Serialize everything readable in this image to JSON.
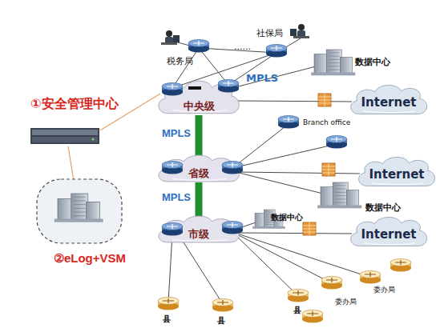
{
  "diagram": {
    "nodes": [
      {
        "text": [
          "中央级"
        ]
      },
      {
        "text": [
          "省级"
        ]
      },
      {
        "text": [
          "市级"
        ]
      },
      {
        "text": [
          "Internet"
        ]
      },
      {
        "text": [
          "Internet"
        ]
      },
      {
        "text": [
          "Internet"
        ]
      },
      {
        "text": [
          "②eLog+VSM"
        ]
      }
    ],
    "edges": [
      {
        "from": 0,
        "to": 1,
        "arrow": "none",
        "label": "MPLS"
      },
      {
        "from": 1,
        "to": 2,
        "arrow": "none",
        "label": "MPLS"
      },
      {
        "from": 0,
        "to": 3,
        "arrow": "none"
      },
      {
        "from": 1,
        "to": 4,
        "arrow": "none"
      },
      {
        "from": 2,
        "to": 5,
        "arrow": "none"
      }
    ],
    "labels": [
      "①安全管理中心",
      "税务局",
      "......",
      "社保局",
      "数据中心",
      "MPLS",
      "Branch office",
      "数据中心",
      "数据中心",
      "县",
      "县",
      "县",
      "委办局",
      "委办局"
    ]
  }
}
